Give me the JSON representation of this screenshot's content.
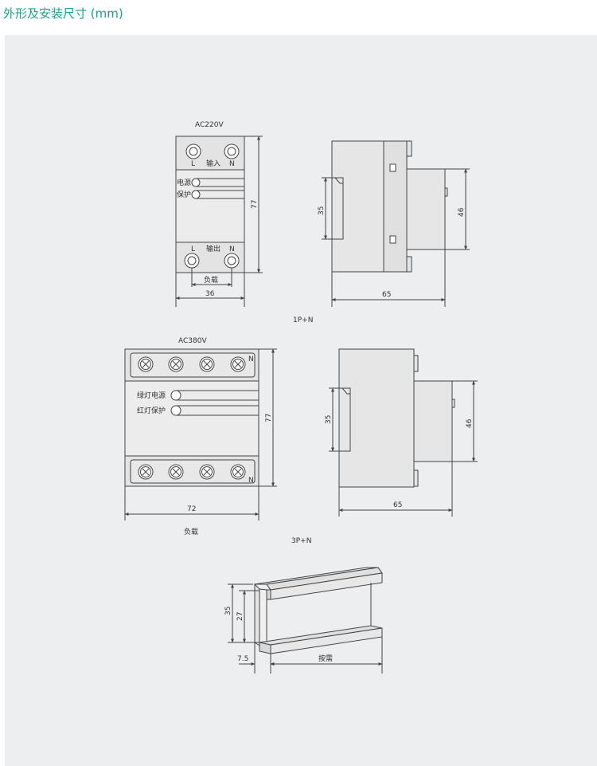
{
  "header": {
    "title": "外形及安装尺寸 (mm)"
  },
  "colors": {
    "title": "#1aa38c",
    "panel": "#edeef0",
    "device": "#e6e6e6",
    "line": "#4a4a4a"
  },
  "single_phase": {
    "voltage": "AC220V",
    "caption": "1P+N",
    "front": {
      "top_L": "L",
      "top_label": "输入",
      "top_N": "N",
      "led_power": "电源",
      "led_protect": "保护",
      "bottom_L": "L",
      "bottom_label": "输出",
      "bottom_N": "N",
      "load": "负载",
      "width": "36",
      "height": "77"
    },
    "side": {
      "width": "65",
      "rail_depth": "35",
      "body_depth": "46"
    }
  },
  "three_phase": {
    "voltage": "AC380V",
    "caption": "3P+N",
    "front": {
      "top_N": "N",
      "bottom_N": "N",
      "led_power": "绿灯电源",
      "led_protect": "红灯保护",
      "load": "负载",
      "width": "72",
      "height": "77"
    },
    "side": {
      "width": "65",
      "rail_depth": "35",
      "body_depth": "46"
    }
  },
  "din_rail": {
    "height": "35",
    "inner_height": "27",
    "flange": "7.5",
    "length": "按需"
  }
}
